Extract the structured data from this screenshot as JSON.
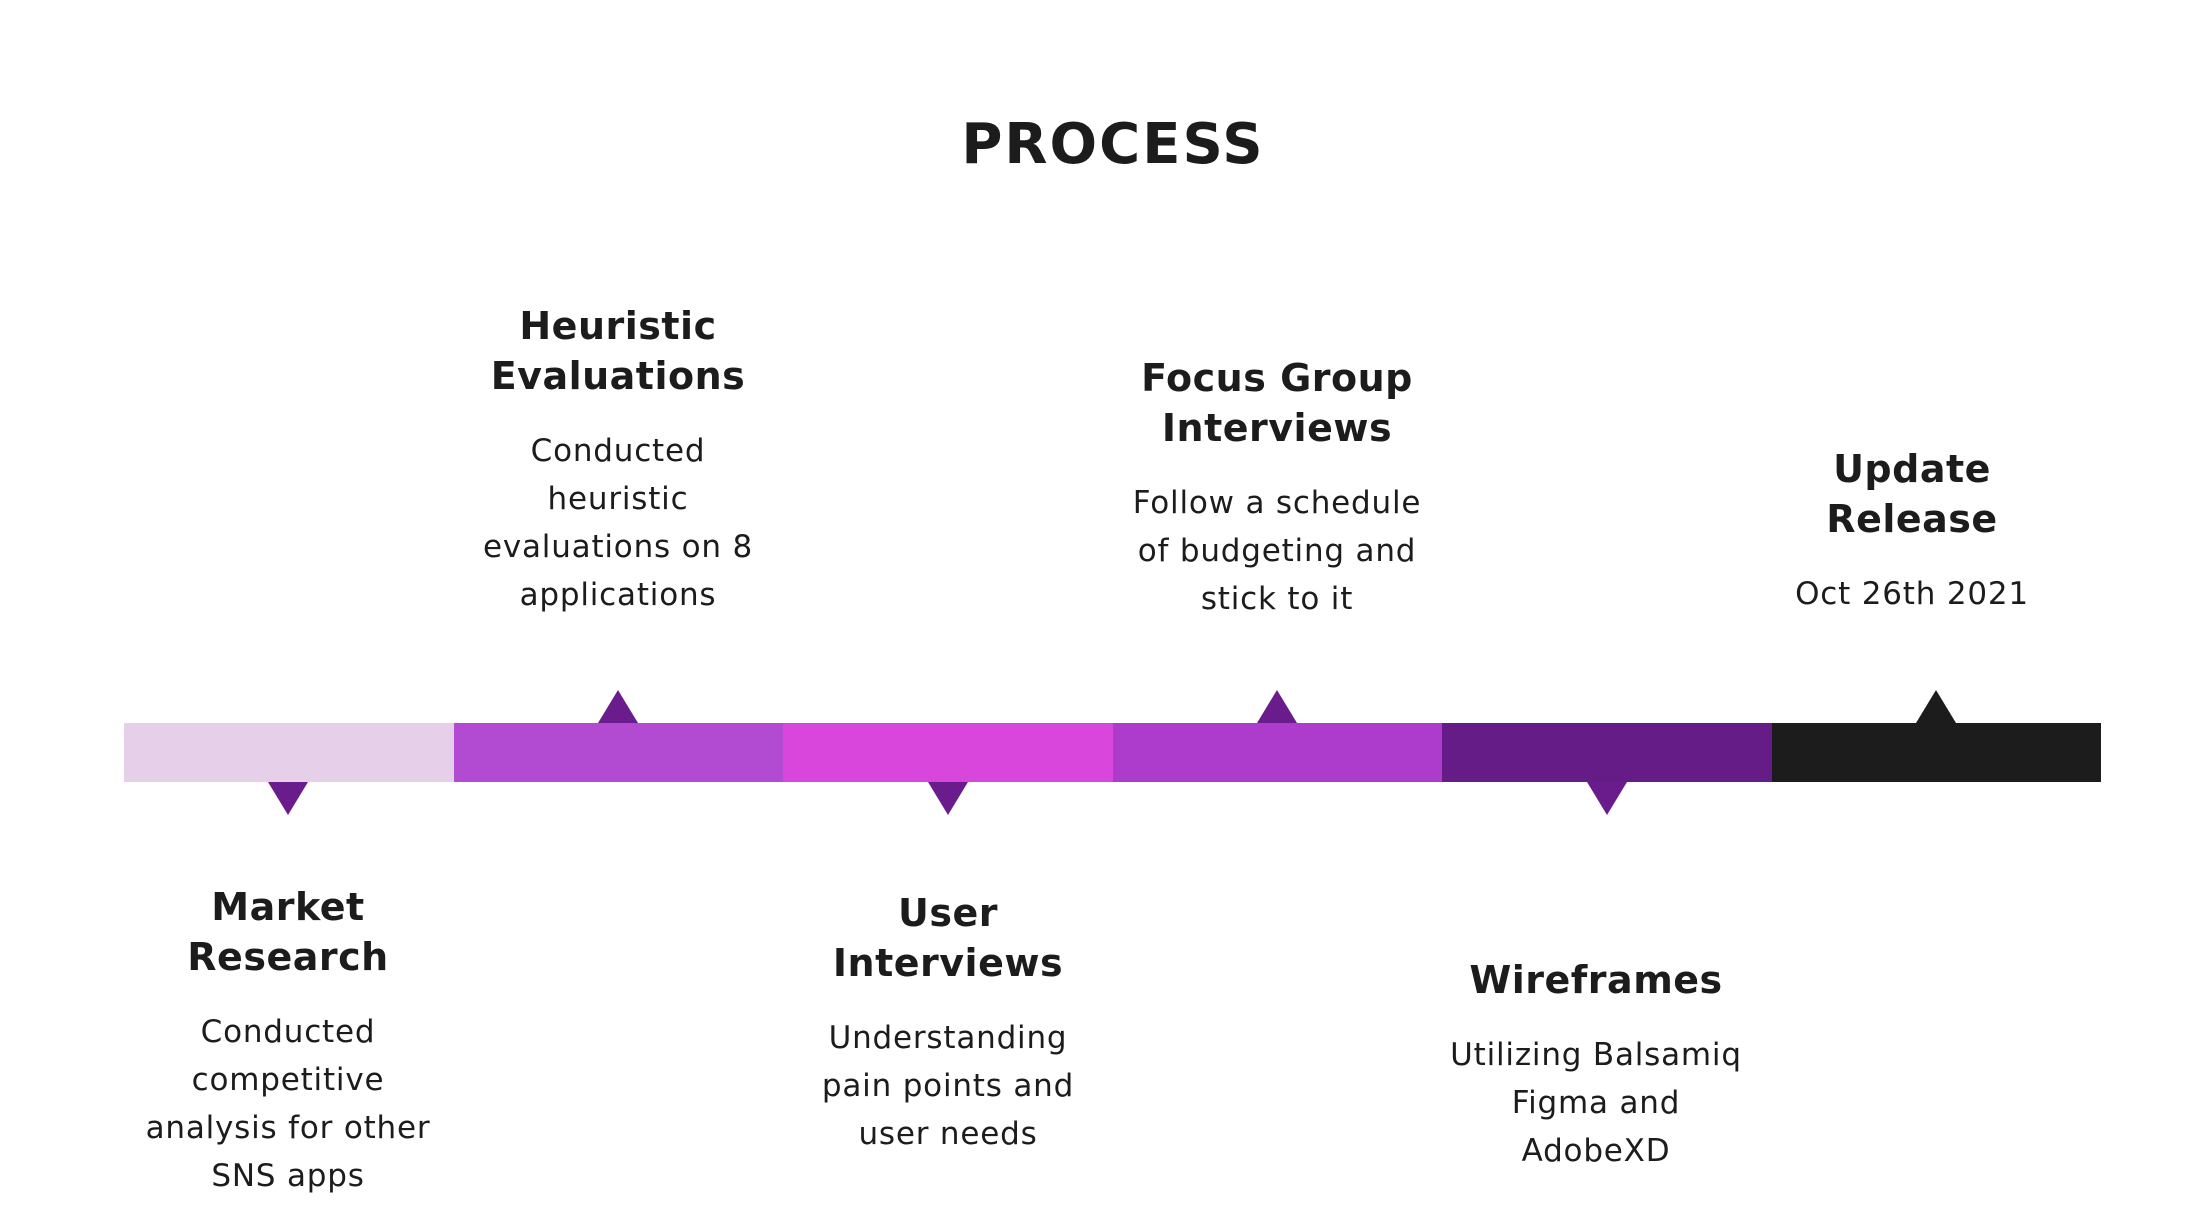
{
  "title": "PROCESS",
  "colors": {
    "background": "#ffffff",
    "text": "#1c1c1c",
    "marker": "#6a1b8c"
  },
  "segments": [
    {
      "color": "#e6cfe9"
    },
    {
      "color": "#b24bd2"
    },
    {
      "color": "#d946db"
    },
    {
      "color": "#ad3ccd"
    },
    {
      "color": "#651c86"
    },
    {
      "color": "#1c1c1c"
    }
  ],
  "steps": [
    {
      "title_lines": [
        "Market",
        "Research"
      ],
      "desc_lines": [
        "Conducted",
        "competitive",
        "analysis for other",
        "SNS apps"
      ],
      "position": "below"
    },
    {
      "title_lines": [
        "Heuristic",
        "Evaluations"
      ],
      "desc_lines": [
        "Conducted",
        "heuristic",
        "evaluations on 8",
        "applications"
      ],
      "position": "above"
    },
    {
      "title_lines": [
        "User",
        "Interviews"
      ],
      "desc_lines": [
        "Understanding",
        "pain points and",
        "user needs"
      ],
      "position": "below"
    },
    {
      "title_lines": [
        "Focus Group",
        "Interviews"
      ],
      "desc_lines": [
        "Follow a schedule",
        "of budgeting and",
        "stick to it"
      ],
      "position": "above"
    },
    {
      "title_lines": [
        "Wireframes"
      ],
      "desc_lines": [
        "Utilizing Balsamiq",
        "Figma and",
        "AdobeXD"
      ],
      "position": "below"
    },
    {
      "title_lines": [
        "Update",
        "Release"
      ],
      "desc_lines": [
        "Oct 26th 2021"
      ],
      "position": "above"
    }
  ]
}
